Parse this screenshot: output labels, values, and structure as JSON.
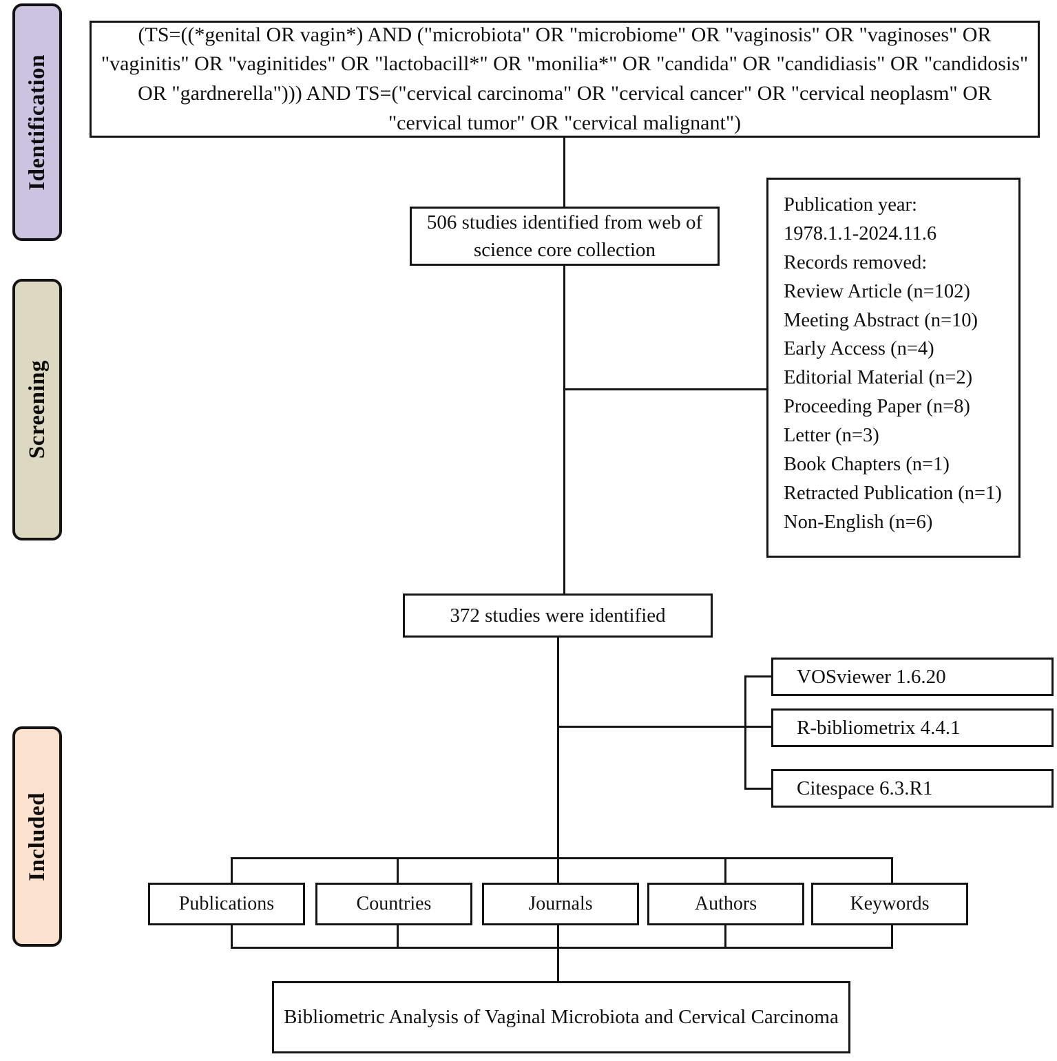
{
  "diagram": {
    "title": "PRISMA flow diagram for bibliometric study selection",
    "phases": [
      {
        "key": "identification",
        "label": "Identification",
        "color": "#cbc3e0"
      },
      {
        "key": "screening",
        "label": "Screening",
        "color": "#dcd8c1"
      },
      {
        "key": "included",
        "label": "Included",
        "color": "#fbe2cf"
      }
    ],
    "search_query": "(TS=((*genital OR vagin*) AND (\"microbiota\" OR \"microbiome\" OR \"vaginosis\" OR \"vaginoses\" OR \"vaginitis\" OR \"vaginitides\" OR \"lactobacill*\" OR \"monilia*\" OR \"candida\" OR \"candidiasis\" OR \"candidosis\" OR \"gardnerella\"))) AND TS=(\"cervical carcinoma\" OR \"cervical cancer\" OR \"cervical neoplasm\" OR \"cervical tumor\" OR \"cervical malignant\")",
    "identified_records": "506 studies identified from web of science core collection",
    "records_removed": {
      "publication_year_label": "Publication year:",
      "publication_year_range": "1978.1.1-2024.11.6",
      "removed_heading": "Records removed:",
      "items": [
        "Review Article (n=102)",
        "Meeting Abstract (n=10)",
        "Early Access (n=4)",
        "Editorial Material (n=2)",
        "Proceeding Paper (n=8)",
        "Letter (n=3)",
        "Book Chapters (n=1)",
        "Retracted Publication (n=1)",
        "Non-English (n=6)"
      ]
    },
    "screened_records": "372 studies were identified",
    "tools": [
      "VOSviewer  1.6.20",
      "R-bibliometrix 4.4.1",
      "Citespace 6.3.R1"
    ],
    "analysis_categories": [
      "Publications",
      "Countries",
      "Journals",
      "Authors",
      "Keywords"
    ],
    "final_output": "Bibliometric Analysis of Vaginal Microbiota and Cervical Carcinoma"
  }
}
